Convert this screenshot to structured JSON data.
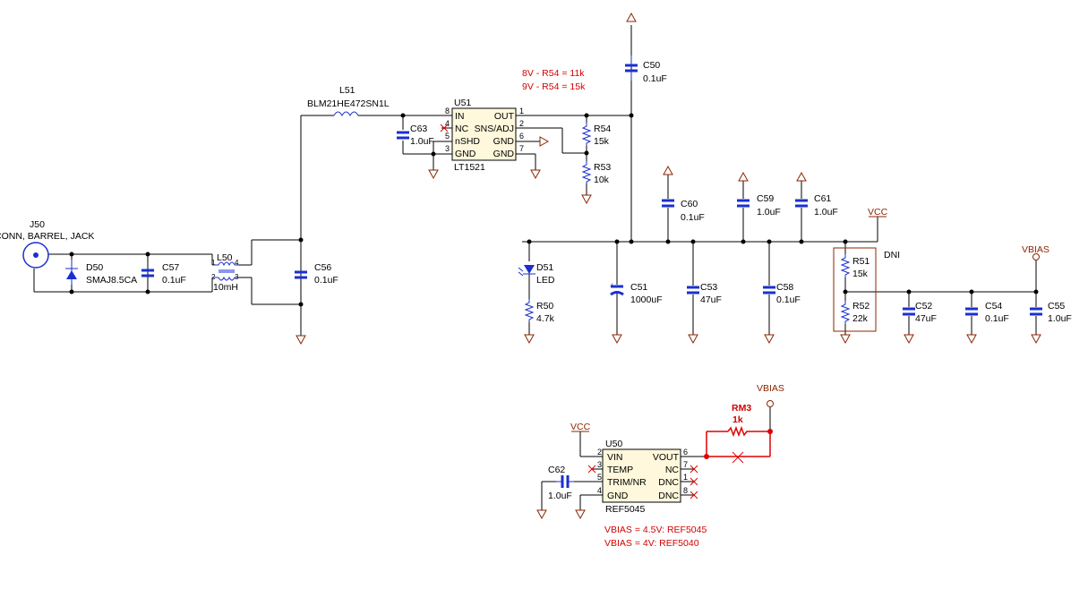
{
  "notes": {
    "r54_line1": "8V - R54 = 11k",
    "r54_line2": "9V - R54 = 15k",
    "vbias_line1": "VBIAS = 4.5V: REF5045",
    "vbias_line2": "VBIAS = 4V: REF5040"
  },
  "colors": {
    "component": "#1a2fd0",
    "wire": "#000000",
    "note": "#d40000",
    "ground": "#8b2500",
    "ic_fill": "#fff8dc"
  },
  "power": {
    "vcc1": "VCC",
    "vcc2": "VCC",
    "vbias1": "VBIAS",
    "vbias2": "VBIAS"
  },
  "dni": "DNI",
  "j50": {
    "ref": "J50",
    "value": "CONN, BARREL, JACK"
  },
  "d50": {
    "ref": "D50",
    "value": "SMAJ8.5CA"
  },
  "c57": {
    "ref": "C57",
    "value": "0.1uF"
  },
  "l50": {
    "ref": "L50",
    "value": "10mH",
    "p1": "1",
    "p2": "2",
    "p3": "3",
    "p4": "4"
  },
  "c56": {
    "ref": "C56",
    "value": "0.1uF"
  },
  "l51": {
    "ref": "L51",
    "value": "BLM21HE472SN1L"
  },
  "c63": {
    "ref": "C63",
    "value": "1.0uF"
  },
  "u51": {
    "ref": "U51",
    "value": "LT1521",
    "pins_left": [
      {
        "num": "8",
        "name": "IN"
      },
      {
        "num": "4",
        "name": "NC"
      },
      {
        "num": "5",
        "name": "nSHD"
      },
      {
        "num": "3",
        "name": "GND"
      }
    ],
    "pins_right": [
      {
        "num": "1",
        "name": "OUT"
      },
      {
        "num": "2",
        "name": "SNS/ADJ"
      },
      {
        "num": "6",
        "name": "GND"
      },
      {
        "num": "7",
        "name": "GND"
      }
    ]
  },
  "r54": {
    "ref": "R54",
    "value": "15k"
  },
  "r53": {
    "ref": "R53",
    "value": "10k"
  },
  "c50": {
    "ref": "C50",
    "value": "0.1uF"
  },
  "d51": {
    "ref": "D51",
    "value": "LED"
  },
  "r50": {
    "ref": "R50",
    "value": "4.7k"
  },
  "c51": {
    "ref": "C51",
    "value": "1000uF"
  },
  "c60": {
    "ref": "C60",
    "value": "0.1uF"
  },
  "c53": {
    "ref": "C53",
    "value": "47uF"
  },
  "c59": {
    "ref": "C59",
    "value": "1.0uF"
  },
  "c58": {
    "ref": "C58",
    "value": "0.1uF"
  },
  "c61": {
    "ref": "C61",
    "value": "1.0uF"
  },
  "r51": {
    "ref": "R51",
    "value": "15k"
  },
  "r52": {
    "ref": "R52",
    "value": "22k"
  },
  "c52": {
    "ref": "C52",
    "value": "47uF"
  },
  "c54": {
    "ref": "C54",
    "value": "0.1uF"
  },
  "c55": {
    "ref": "C55",
    "value": "1.0uF"
  },
  "rm3": {
    "ref": "RM3",
    "value": "1k"
  },
  "c62": {
    "ref": "C62",
    "value": "1.0uF"
  },
  "u50": {
    "ref": "U50",
    "value": "REF5045",
    "pins_left": [
      {
        "num": "2",
        "name": "VIN"
      },
      {
        "num": "3",
        "name": "TEMP"
      },
      {
        "num": "5",
        "name": "TRIM/NR"
      },
      {
        "num": "4",
        "name": "GND"
      }
    ],
    "pins_right": [
      {
        "num": "6",
        "name": "VOUT"
      },
      {
        "num": "7",
        "name": "NC"
      },
      {
        "num": "1",
        "name": "DNC"
      },
      {
        "num": "8",
        "name": "DNC"
      }
    ]
  }
}
